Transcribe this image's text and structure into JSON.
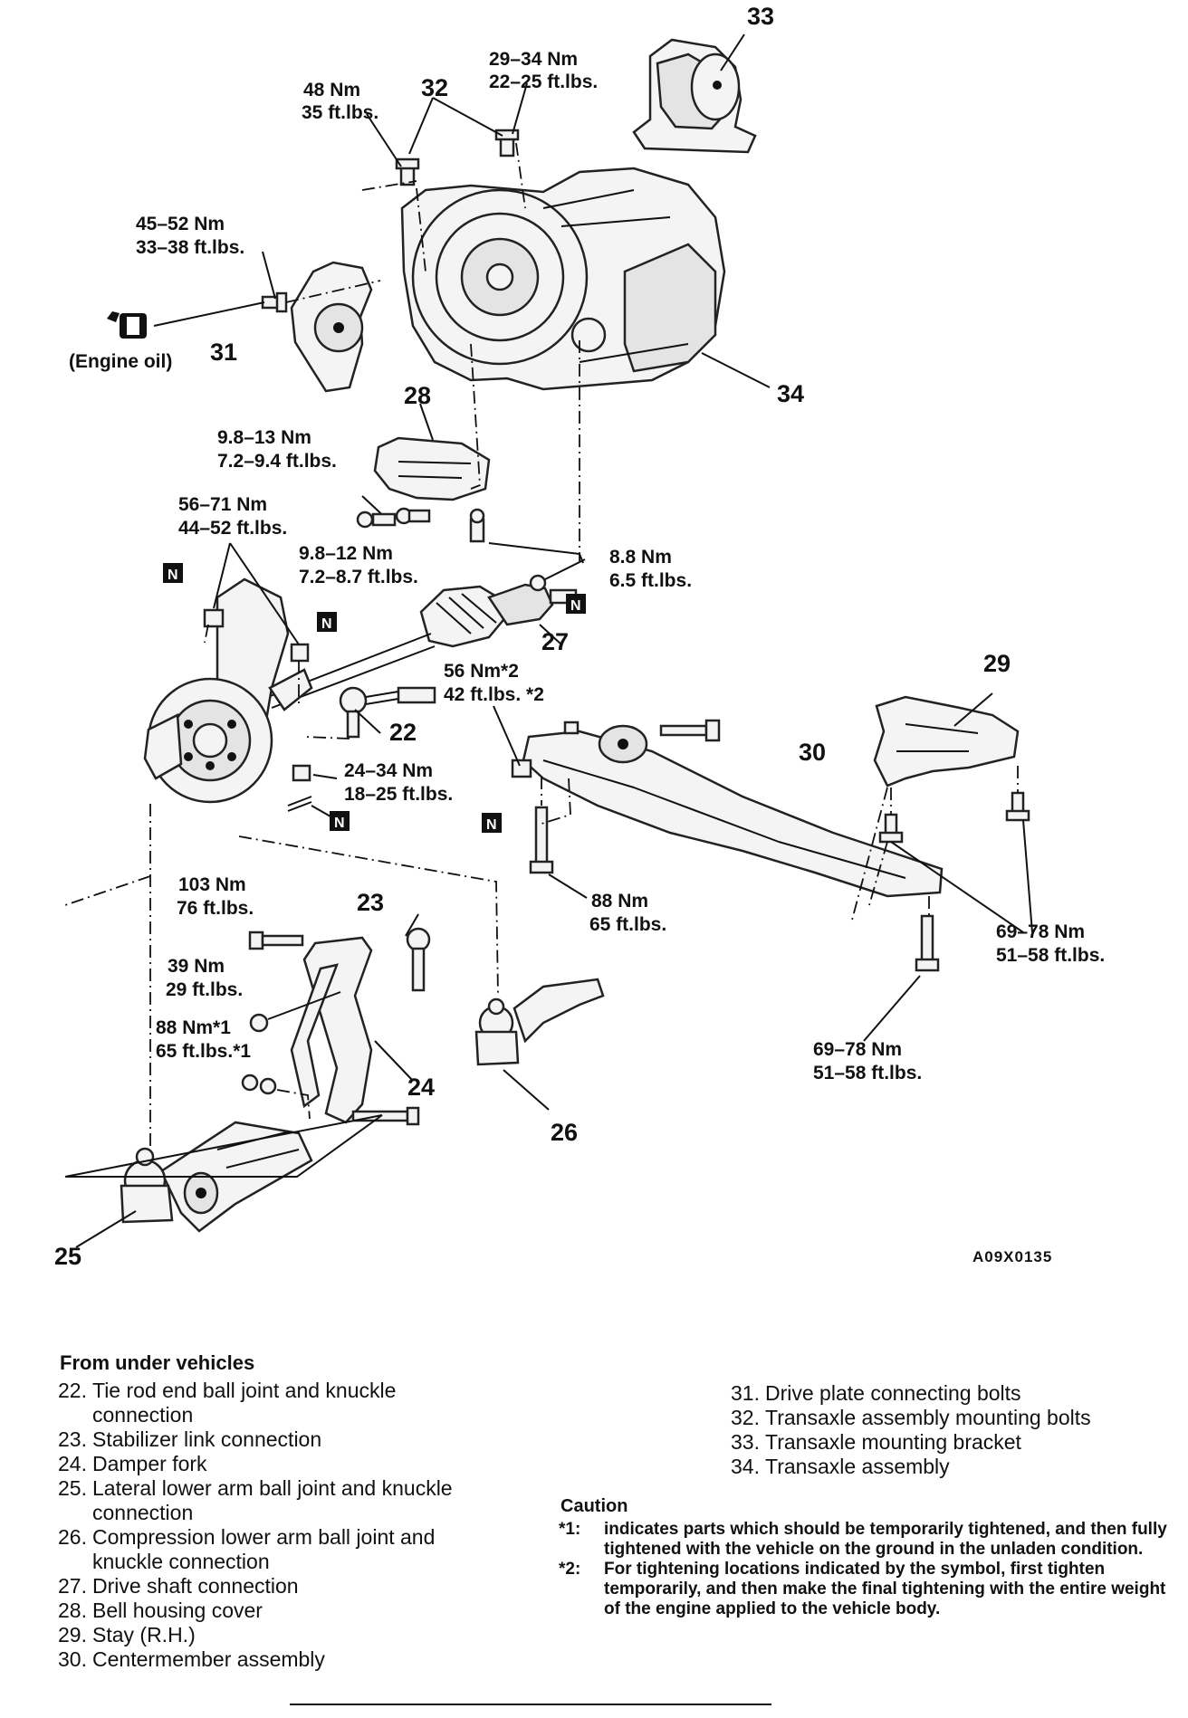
{
  "diagram": {
    "callouts": {
      "c22": "22",
      "c23": "23",
      "c24": "24",
      "c25": "25",
      "c26": "26",
      "c27": "27",
      "c28": "28",
      "c29": "29",
      "c30": "30",
      "c31": "31",
      "c32": "32",
      "c33": "33",
      "c34": "34"
    },
    "torque": {
      "t48_nm": "48 Nm",
      "t48_ft": "35 ft.lbs.",
      "t2934_nm": "29–34 Nm",
      "t2934_ft": "22–25 ft.lbs.",
      "t4552_nm": "45–52 Nm",
      "t4552_ft": "33–38 ft.lbs.",
      "t9813_nm": "9.8–13 Nm",
      "t9813_ft": "7.2–9.4 ft.lbs.",
      "t5671_nm": "56–71 Nm",
      "t5671_ft": "44–52 ft.lbs.",
      "t9812_nm": "9.8–12 Nm",
      "t9812_ft": "7.2–8.7 ft.lbs.",
      "t88a_nm": "8.8 Nm",
      "t88a_ft": "6.5 ft.lbs.",
      "t56_nm": "56 Nm*2",
      "t56_ft": "42 ft.lbs. *2",
      "t2434_nm": "24–34 Nm",
      "t2434_ft": "18–25 ft.lbs.",
      "t103_nm": "103 Nm",
      "t103_ft": "76 ft.lbs.",
      "t39_nm": "39 Nm",
      "t39_ft": "29 ft.lbs.",
      "t88b_nm": "88 Nm*1",
      "t88b_ft": "65 ft.lbs.*1",
      "t88c_nm": "88 Nm",
      "t88c_ft": "65 ft.lbs.",
      "t6978a_nm": "69–78 Nm",
      "t6978a_ft": "51–58 ft.lbs.",
      "t6978b_nm": "69–78 Nm",
      "t6978b_ft": "51–58 ft.lbs."
    },
    "engine_oil": "(Engine oil)",
    "n_mark": "N",
    "figure_code": "A09X0135"
  },
  "legend": {
    "heading": "From under vehicles",
    "left_items": [
      {
        "num": "22.",
        "text": "Tie rod end ball joint and knuckle connection"
      },
      {
        "num": "23.",
        "text": "Stabilizer link connection"
      },
      {
        "num": "24.",
        "text": "Damper fork"
      },
      {
        "num": "25.",
        "text": "Lateral lower arm ball joint and knuckle connection"
      },
      {
        "num": "26.",
        "text": "Compression lower arm ball joint and knuckle connection"
      },
      {
        "num": "27.",
        "text": "Drive shaft connection"
      },
      {
        "num": "28.",
        "text": "Bell housing cover"
      },
      {
        "num": "29.",
        "text": "Stay (R.H.)"
      },
      {
        "num": "30.",
        "text": "Centermember assembly"
      }
    ],
    "right_items": [
      {
        "num": "31.",
        "text": "Drive plate connecting bolts"
      },
      {
        "num": "32.",
        "text": "Transaxle assembly mounting bolts"
      },
      {
        "num": "33.",
        "text": "Transaxle mounting bracket"
      },
      {
        "num": "34.",
        "text": "Transaxle assembly"
      }
    ],
    "caution_title": "Caution",
    "cautions": [
      {
        "num": "*1:",
        "text": "indicates parts which should be temporarily tightened, and then fully tightened with the vehicle on the ground in the unladen condition."
      },
      {
        "num": "*2:",
        "text": "For tightening locations indicated by the symbol, first tighten temporarily, and then make the final tightening with the entire weight of the engine applied to the vehicle body."
      }
    ]
  }
}
